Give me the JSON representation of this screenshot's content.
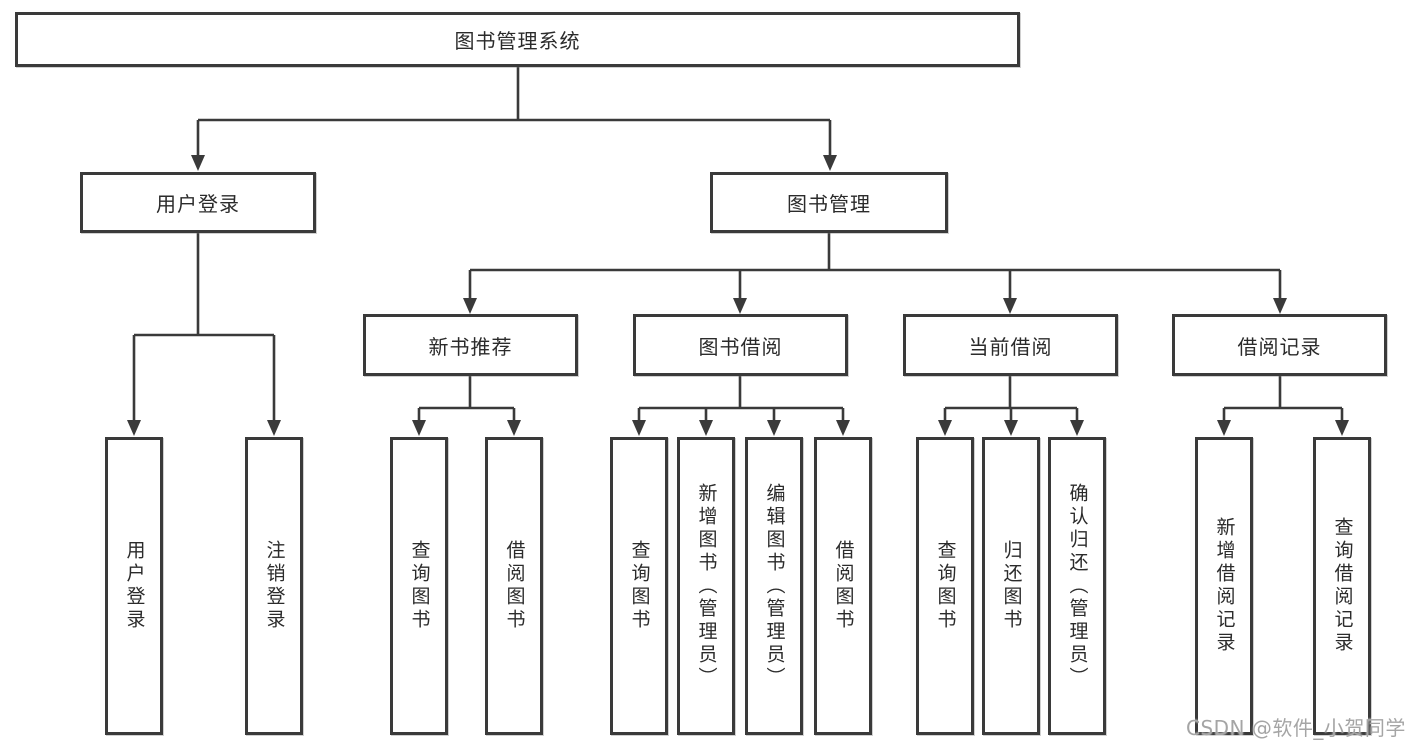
{
  "diagram": {
    "title": "图书管理系统",
    "type": "hierarchy-tree",
    "colors": {
      "line": "#3a3a3a",
      "box_border": "#3a3a3a",
      "text": "#2b2b2b",
      "background": "#ffffff",
      "watermark": "#a5a5a5"
    },
    "tree": {
      "label": "图书管理系统",
      "children": [
        {
          "label": "用户登录",
          "children": [
            {
              "label": "用户登录"
            },
            {
              "label": "注销登录"
            }
          ]
        },
        {
          "label": "图书管理",
          "children": [
            {
              "label": "新书推荐",
              "children": [
                {
                  "label": "查询图书"
                },
                {
                  "label": "借阅图书"
                }
              ]
            },
            {
              "label": "图书借阅",
              "children": [
                {
                  "label": "查询图书"
                },
                {
                  "label": "新增图书（管理员）"
                },
                {
                  "label": "编辑图书（管理员）"
                },
                {
                  "label": "借阅图书"
                }
              ]
            },
            {
              "label": "当前借阅",
              "children": [
                {
                  "label": "查询图书"
                },
                {
                  "label": "归还图书"
                },
                {
                  "label": "确认归还（管理员）"
                }
              ]
            },
            {
              "label": "借阅记录",
              "children": [
                {
                  "label": "新增借阅记录"
                },
                {
                  "label": "查询借阅记录"
                }
              ]
            }
          ]
        }
      ]
    },
    "watermark": {
      "text": "CSDN @软件_小贺同学"
    }
  }
}
